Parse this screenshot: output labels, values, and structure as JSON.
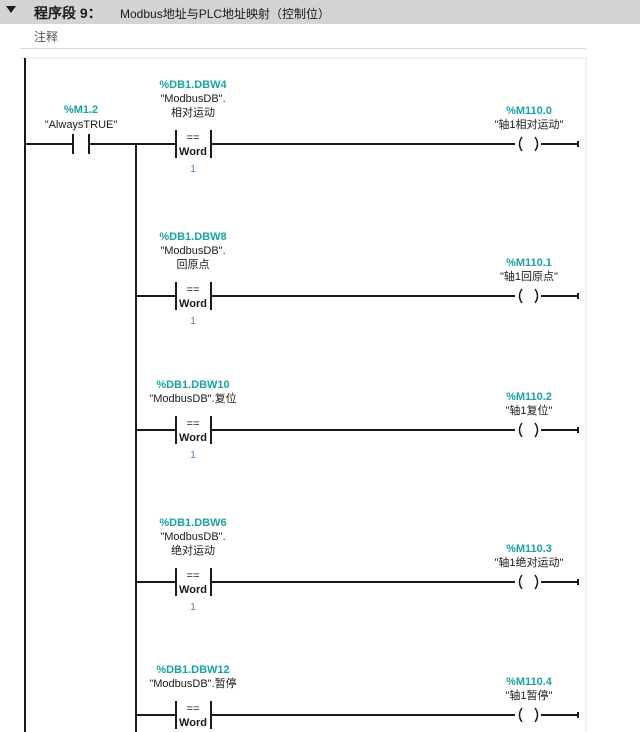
{
  "segment": {
    "title": "程序段 9：",
    "description": "Modbus地址与PLC地址映射（控制位）",
    "comment": "注释"
  },
  "contact": {
    "address": "%M1.2",
    "tag": "\"AlwaysTRUE\""
  },
  "rungs": [
    {
      "address": "%DB1.DBW4",
      "tag_lines": [
        "\"ModbusDB\".",
        "相对运动"
      ],
      "op": "==",
      "type": "Word",
      "value": "1",
      "coil_address": "%M110.0",
      "coil_tag": "\"轴1相对运动\""
    },
    {
      "address": "%DB1.DBW8",
      "tag_lines": [
        "\"ModbusDB\".",
        "回原点"
      ],
      "op": "==",
      "type": "Word",
      "value": "1",
      "coil_address": "%M110.1",
      "coil_tag": "\"轴1回原点\""
    },
    {
      "address": "%DB1.DBW10",
      "tag_lines": [
        "\"ModbusDB\".复位"
      ],
      "op": "==",
      "type": "Word",
      "value": "1",
      "coil_address": "%M110.2",
      "coil_tag": "\"轴1复位\""
    },
    {
      "address": "%DB1.DBW6",
      "tag_lines": [
        "\"ModbusDB\".",
        "绝对运动"
      ],
      "op": "==",
      "type": "Word",
      "value": "1",
      "coil_address": "%M110.3",
      "coil_tag": "\"轴1绝对运动\""
    },
    {
      "address": "%DB1.DBW12",
      "tag_lines": [
        "\"ModbusDB\".暂停"
      ],
      "op": "==",
      "type": "Word",
      "value": "",
      "coil_address": "%M110.4",
      "coil_tag": "\"轴1暂停\""
    }
  ]
}
